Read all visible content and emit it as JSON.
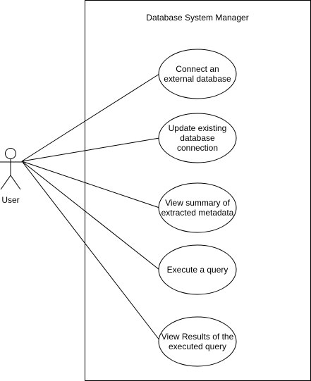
{
  "system": {
    "title": "Database System Manager"
  },
  "actor": {
    "label": "User"
  },
  "use_cases": [
    {
      "lines": [
        "Connect an",
        "external database"
      ]
    },
    {
      "lines": [
        "Update existing",
        "database",
        "connection"
      ]
    },
    {
      "lines": [
        "View summary of",
        "extracted metadata"
      ]
    },
    {
      "lines": [
        "Execute a query"
      ]
    },
    {
      "lines": [
        "View Results of the",
        "executed query"
      ]
    }
  ],
  "colors": {
    "stroke": "#000000",
    "fill": "#ffffff",
    "text": "#000000"
  }
}
